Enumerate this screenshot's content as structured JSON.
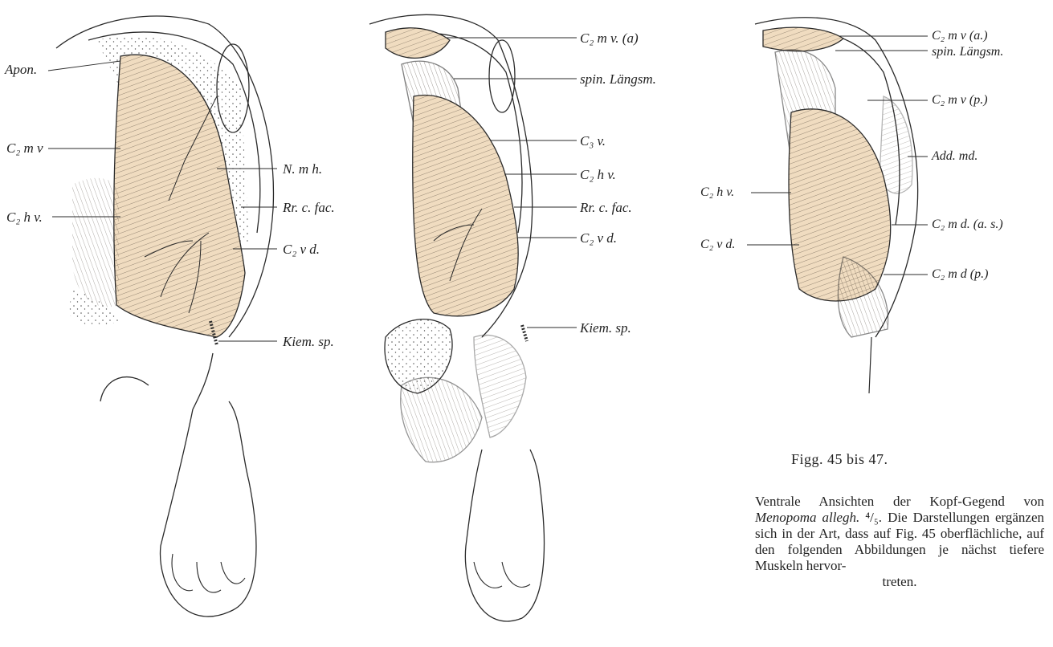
{
  "figures": {
    "fig45": {
      "labels": {
        "apon": "Apon.",
        "c2mv": "C₂ m v",
        "c2hv": "C₂ h v.",
        "nmh": "N. m h.",
        "rrcfac": "Rr. c. fac.",
        "c2vd": "C₂ v d.",
        "kiemsp": "Kiem. sp."
      }
    },
    "fig46": {
      "labels": {
        "c2mva": "C₂ m v. (a)",
        "spin": "spin. Längsm.",
        "c3v": "C₃ v.",
        "c2hv": "C₂ h v.",
        "rrcfac": "Rr. c. fac.",
        "c2vd": "C₂ v d.",
        "kiemsp": "Kiem. sp."
      }
    },
    "fig47": {
      "labels": {
        "c2mva": "C₂ m v (a.)",
        "spin": "spin. Längsm.",
        "c2mvp": "C₂ m v (p.)",
        "addmd": "Add. md.",
        "c2hv": "C₂ h v.",
        "c2mdas": "C₂ m d. (a. s.)",
        "c2vd": "C₂ v d.",
        "c2mdp": "C₂ m d (p.)"
      }
    }
  },
  "caption": {
    "title": "Figg. 45 bis 47.",
    "text_1": "Ventrale Ansichten der Kopf-Gegend von",
    "species": "Menopoma allegh.",
    "scale": "⁴/₅.",
    "text_2": "Die Darstellungen ergänzen sich in der Art, dass auf Fig. 45 oberflächliche, auf den folgenden Abbildungen je nächst tiefere Muskeln hervor-",
    "text_3": "treten."
  },
  "colors": {
    "muscle": "#f0dcc0",
    "ink": "#2a2a2a",
    "paper": "#ffffff"
  }
}
